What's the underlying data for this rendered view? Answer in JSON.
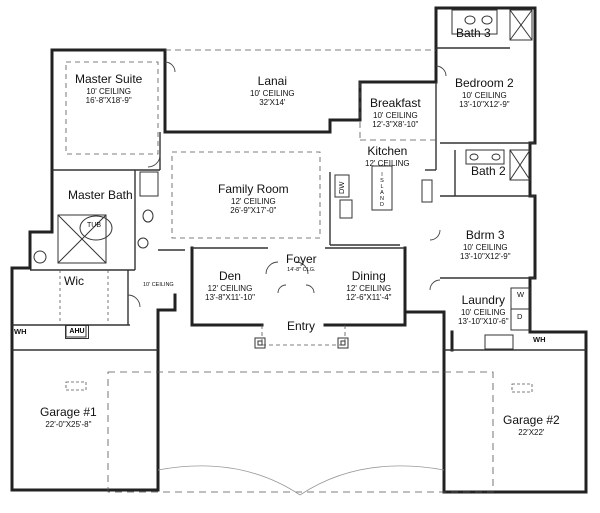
{
  "rooms": {
    "bath3": {
      "name": "Bath 3"
    },
    "bedroom2": {
      "name": "Bedroom 2",
      "ceiling": "10' CEILING",
      "size": "13'-10\"X12'-9\""
    },
    "master_suite": {
      "name": "Master Suite",
      "ceiling": "10' CEILING",
      "size": "16'-8\"X18'-9\""
    },
    "lanai": {
      "name": "Lanai",
      "ceiling": "10' CEILING",
      "size": "32'X14'"
    },
    "breakfast": {
      "name": "Breakfast",
      "ceiling": "10' CEILING",
      "size": "12'-3\"X8'-10\""
    },
    "kitchen": {
      "name": "Kitchen",
      "ceiling": "12' CEILING"
    },
    "family_room": {
      "name": "Family Room",
      "ceiling": "12' CEILING",
      "size": "26'-9\"X17'-0\""
    },
    "master_bath": {
      "name": "Master Bath"
    },
    "bath2": {
      "name": "Bath 2"
    },
    "bdrm3": {
      "name": "Bdrm 3",
      "ceiling": "10' CEILING",
      "size": "13'-10\"X12'-9\""
    },
    "wic": {
      "name": "Wic"
    },
    "den": {
      "name": "Den",
      "ceiling": "12' CEILING",
      "size": "13'-8\"X11'-10\""
    },
    "foyer": {
      "name": "Foyer",
      "ceiling": "14'-8\" CLG."
    },
    "dining": {
      "name": "Dining",
      "ceiling": "12' CEILING",
      "size": "12'-6\"X11'-4\""
    },
    "laundry": {
      "name": "Laundry",
      "ceiling": "10' CEILING",
      "size": "13'-10\"X10'-6\""
    },
    "entry": {
      "name": "Entry"
    },
    "garage1": {
      "name": "Garage #1",
      "size": "22'-0\"X25'-8\""
    },
    "garage2": {
      "name": "Garage #2",
      "size": "22'X22'"
    }
  },
  "fixtures": {
    "tub": "TUB",
    "dw": "DW",
    "island": [
      "I",
      "S",
      "L",
      "A",
      "N",
      "D"
    ],
    "ahu": "AHU",
    "wh_left": "WH",
    "wh_right": "WH",
    "washer": "W",
    "dryer": "D",
    "hall_ceiling": "10' CEILING"
  }
}
